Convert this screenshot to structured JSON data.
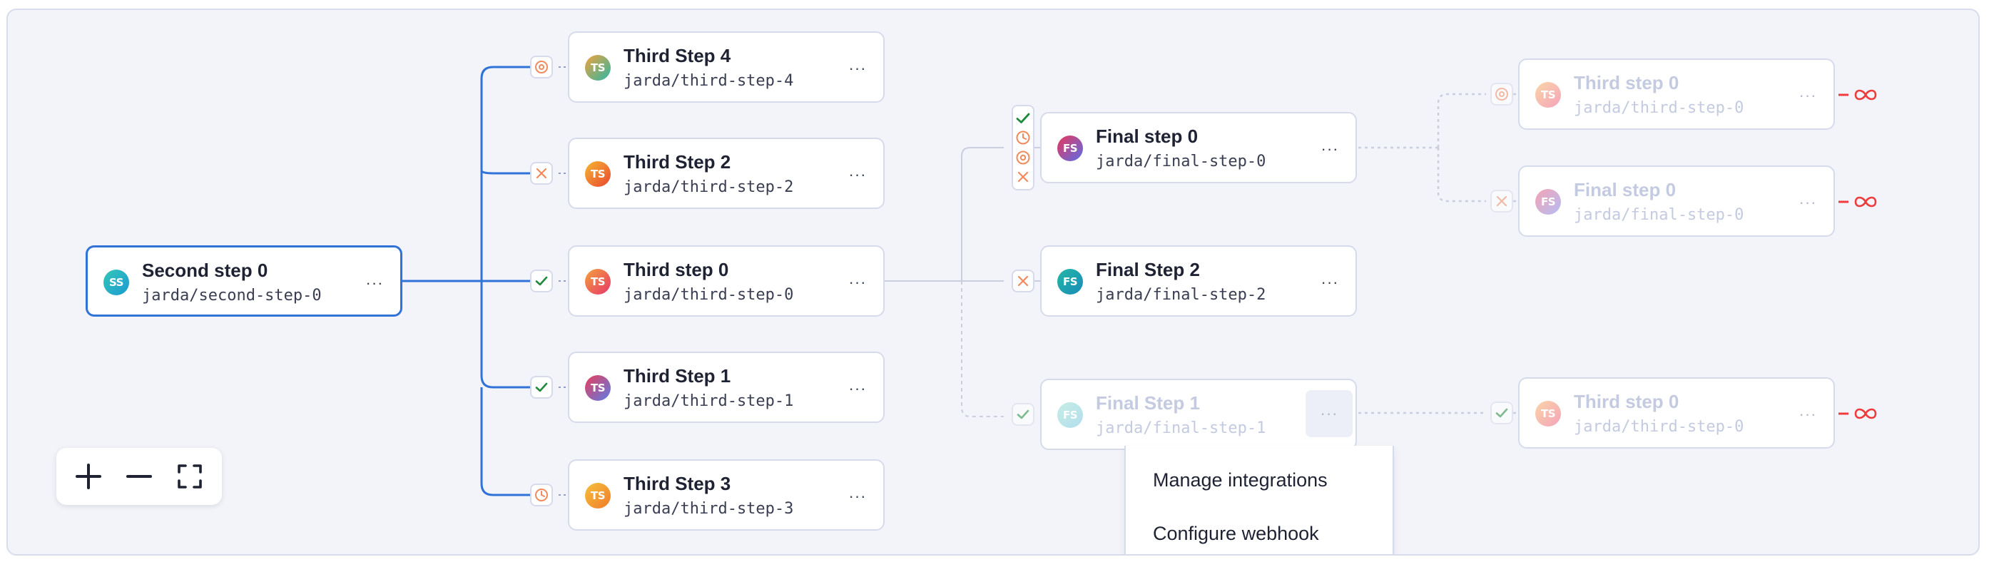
{
  "nodes": [
    {
      "id": "second-0",
      "title": "Second step 0",
      "slug": "jarda/second-step-0",
      "initials": "SS",
      "state": "selected"
    },
    {
      "id": "third-4",
      "title": "Third Step 4",
      "slug": "jarda/third-step-4",
      "initials": "TS",
      "state": "normal"
    },
    {
      "id": "third-2",
      "title": "Third Step 2",
      "slug": "jarda/third-step-2",
      "initials": "TS",
      "state": "normal"
    },
    {
      "id": "third-0",
      "title": "Third step 0",
      "slug": "jarda/third-step-0",
      "initials": "TS",
      "state": "normal"
    },
    {
      "id": "third-1",
      "title": "Third Step 1",
      "slug": "jarda/third-step-1",
      "initials": "TS",
      "state": "normal"
    },
    {
      "id": "third-3",
      "title": "Third Step 3",
      "slug": "jarda/third-step-3",
      "initials": "TS",
      "state": "normal"
    },
    {
      "id": "final-0",
      "title": "Final step 0",
      "slug": "jarda/final-step-0",
      "initials": "FS",
      "state": "normal"
    },
    {
      "id": "final-2",
      "title": "Final Step 2",
      "slug": "jarda/final-step-2",
      "initials": "FS",
      "state": "normal"
    },
    {
      "id": "final-1",
      "title": "Final Step 1",
      "slug": "jarda/final-step-1",
      "initials": "FS",
      "state": "faded"
    },
    {
      "id": "third-0-a",
      "title": "Third step 0",
      "slug": "jarda/third-step-0",
      "initials": "TS",
      "state": "faded"
    },
    {
      "id": "final-0-loop",
      "title": "Final step 0",
      "slug": "jarda/final-step-0",
      "initials": "FS",
      "state": "faded"
    },
    {
      "id": "third-0-b",
      "title": "Third step 0",
      "slug": "jarda/third-step-0",
      "initials": "TS",
      "state": "faded"
    }
  ],
  "more_label": "···",
  "loop_icon": "infinity-icon",
  "zoom_controls": {
    "zoom_in": "plus-icon",
    "zoom_out": "minus-icon",
    "fit": "fullscreen-icon"
  },
  "context_menu": {
    "items": [
      {
        "label": "Manage integrations"
      },
      {
        "label": "Configure webhook"
      }
    ]
  },
  "colors": {
    "selected_border": "#2f72d8",
    "success": "#1f8a3b",
    "warning_orange": "#f08a5d",
    "loop_red": "#ee3b3b",
    "edge_gray": "#c9cee0"
  }
}
